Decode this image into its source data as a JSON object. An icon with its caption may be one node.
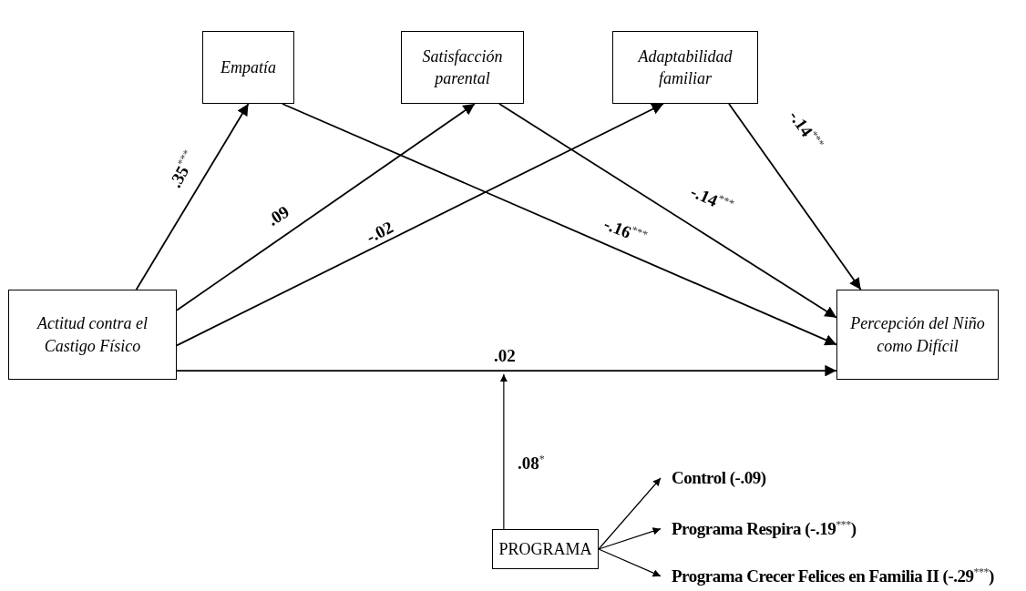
{
  "diagram": {
    "nodes": [
      {
        "text": [
          "Empatía"
        ]
      },
      {
        "text": [
          "Satisfacción parental"
        ]
      },
      {
        "text": [
          "Adaptabilidad familiar"
        ]
      },
      {
        "text": [
          "Actitud contra el Castigo Físico"
        ]
      },
      {
        "text": [
          "Percepción del Niño como Difícil"
        ]
      },
      {
        "text": [
          "PROGRAMA"
        ]
      },
      {
        "text": [
          "Control (-.09)"
        ]
      },
      {
        "text": [
          "Programa  Respira (-.19$^{***}$)"
        ]
      },
      {
        "text": [
          "Programa  Crecer Felices en Familia  II (-.29$^{***}$)"
        ]
      }
    ],
    "edges": [
      {
        "from": 3,
        "to": 0,
        "arrow": "to",
        "label": ".35$^{***}$"
      },
      {
        "from": 3,
        "to": 1,
        "arrow": "to",
        "label": ".09"
      },
      {
        "from": 3,
        "to": 2,
        "arrow": "to",
        "label": "-.02"
      },
      {
        "from": 0,
        "to": 4,
        "arrow": "to",
        "label": "-.16$^{***}$"
      },
      {
        "from": 1,
        "to": 4,
        "arrow": "to",
        "label": "-.14$^{***}$"
      },
      {
        "from": 2,
        "to": 4,
        "arrow": "to",
        "label": "-.14$^{***}$"
      },
      {
        "from": 3,
        "to": 4,
        "arrow": "to",
        "label": ".02"
      },
      {
        "from": 5,
        "to": null,
        "arrow": "to",
        "label": ".08$^{*}$"
      },
      {
        "from": 5,
        "to": 6,
        "arrow": "to"
      },
      {
        "from": 5,
        "to": 7,
        "arrow": "to"
      },
      {
        "from": 5,
        "to": 8,
        "arrow": "to"
      }
    ]
  }
}
